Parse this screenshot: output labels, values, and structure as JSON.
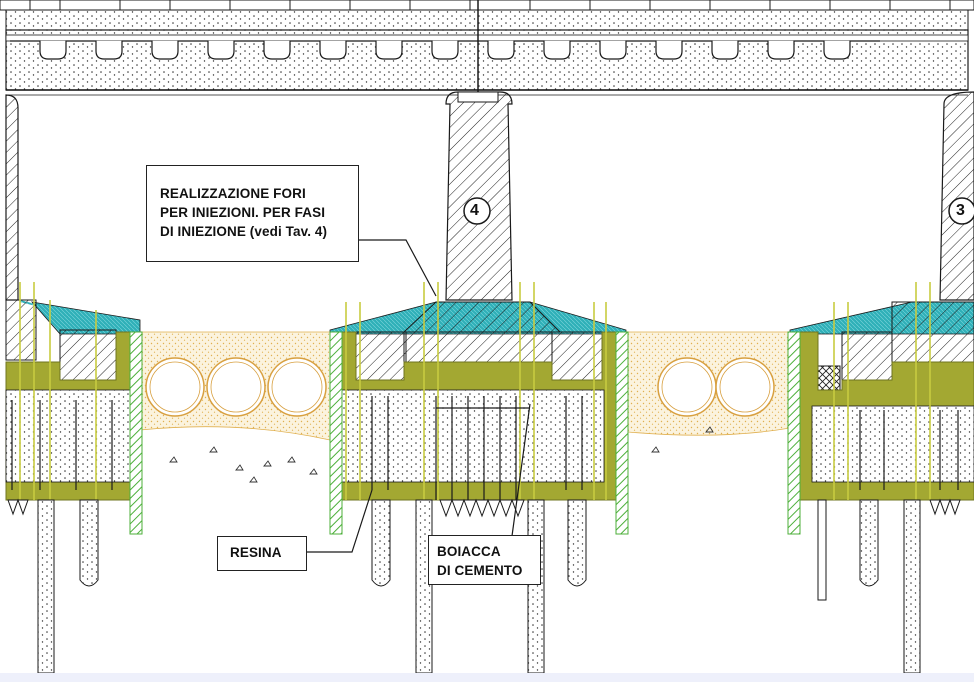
{
  "callouts": {
    "injection_holes": {
      "line1": "REALIZZAZIONE FORI",
      "line2": "PER INIEZIONI. PER FASI",
      "line3": "DI INIEZIONE (vedi Tav. 4)"
    },
    "resin": {
      "label": "RESINA"
    },
    "grout": {
      "line1": "BOIACCA",
      "line2": "DI CEMENTO"
    }
  },
  "pier_marks": {
    "center": "4",
    "right_partial": "3"
  },
  "colors": {
    "foundation_fill": "#a3a832",
    "new_slab_fill": "#2fb0b8",
    "fill_material": "#fbf3de",
    "fill_dots": "#e0b050",
    "rebar": "#c8cc40",
    "line": "#1a1a1a",
    "green_hatch": "#4caf3a"
  }
}
